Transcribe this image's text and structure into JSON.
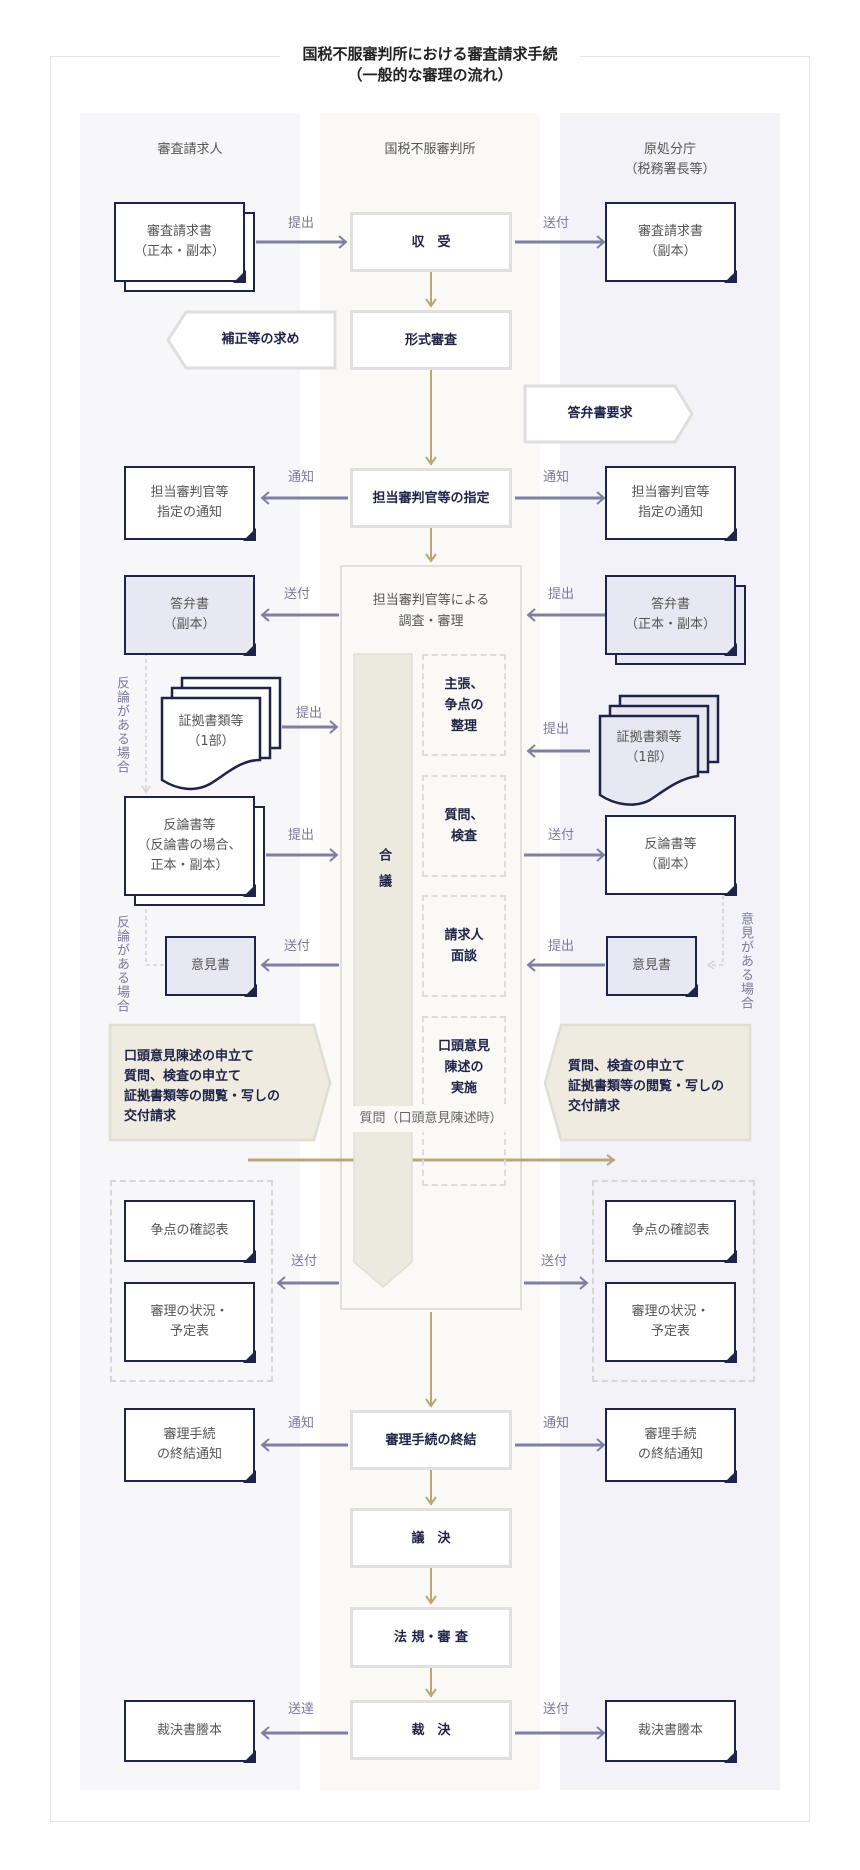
{
  "title": {
    "line1": "国税不服審判所における審査請求手続",
    "line2": "（一般的な審理の流れ）"
  },
  "lanes": {
    "left": "審査請求人",
    "center": "国税不服審判所",
    "right_line1": "原処分庁",
    "right_line2": "（税務署長等）"
  },
  "center_steps": {
    "receive": "収　受",
    "formal_review": "形式審査",
    "assign": "担当審判官等の指定",
    "investigation_line1": "担当審判官等による",
    "investigation_line2": "調査・審理",
    "council": "合　議",
    "sub": {
      "organize_1": "主張、",
      "organize_2": "争点の",
      "organize_3": "整理",
      "inspect_1": "質問、",
      "inspect_2": "検査",
      "interview_1": "請求人",
      "interview_2": "面談",
      "oral_1": "口頭意見",
      "oral_2": "陳述の",
      "oral_3": "実施"
    },
    "question_oral": "質問（口頭意見陳述時）",
    "close": "審理手続の終結",
    "resolution": "議　決",
    "legal_review": "法 規・審 査",
    "decision": "裁　決"
  },
  "left_docs": {
    "request_1": "審査請求書",
    "request_2": "（正本・副本）",
    "correction": "補正等の求め",
    "assign_notice_1": "担当審判官等",
    "assign_notice_2": "指定の通知",
    "answer_1": "答弁書",
    "answer_2": "（副本）",
    "evidence_1": "証拠書類等",
    "evidence_2": "（1部）",
    "rebuttal_1": "反論書等",
    "rebuttal_2": "（反論書の場合、",
    "rebuttal_3": "正本・副本）",
    "opinion": "意見書",
    "if_rebuttal": "反論がある場合",
    "request_box_1": "口頭意見陳述の申立て",
    "request_box_2": "質問、検査の申立て",
    "request_box_3": "証拠書類等の閲覧・写しの",
    "request_box_4": "交付請求",
    "issues_table": "争点の確認表",
    "schedule_1": "審理の状況・",
    "schedule_2": "予定表",
    "close_notice_1": "審理手続",
    "close_notice_2": "の終結通知",
    "decision_copy": "裁決書謄本"
  },
  "right_docs": {
    "request_1": "審査請求書",
    "request_2": "（副本）",
    "answer_request": "答弁書要求",
    "assign_notice_1": "担当審判官等",
    "assign_notice_2": "指定の通知",
    "answer_1": "答弁書",
    "answer_2": "（正本・副本）",
    "evidence_1": "証拠書類等",
    "evidence_2": "（1部）",
    "rebuttal_1": "反論書等",
    "rebuttal_2": "（副本）",
    "opinion": "意見書",
    "if_opinion": "意見がある場合",
    "request_box_1": "質問、検査の申立て",
    "request_box_2": "証拠書類等の閲覧・写しの",
    "request_box_3": "交付請求",
    "issues_table": "争点の確認表",
    "schedule_1": "審理の状況・",
    "schedule_2": "予定表",
    "close_notice_1": "審理手続",
    "close_notice_2": "の終結通知",
    "decision_copy": "裁決書謄本"
  },
  "arrow_labels": {
    "submit": "提出",
    "send": "送付",
    "notify": "通知",
    "deliver": "送達"
  },
  "colors": {
    "navy": "#1f2347",
    "gold_arrow": "#b9a77a",
    "gray_arrow": "#7f7f9f",
    "chevron_fill": "#efebe0"
  }
}
